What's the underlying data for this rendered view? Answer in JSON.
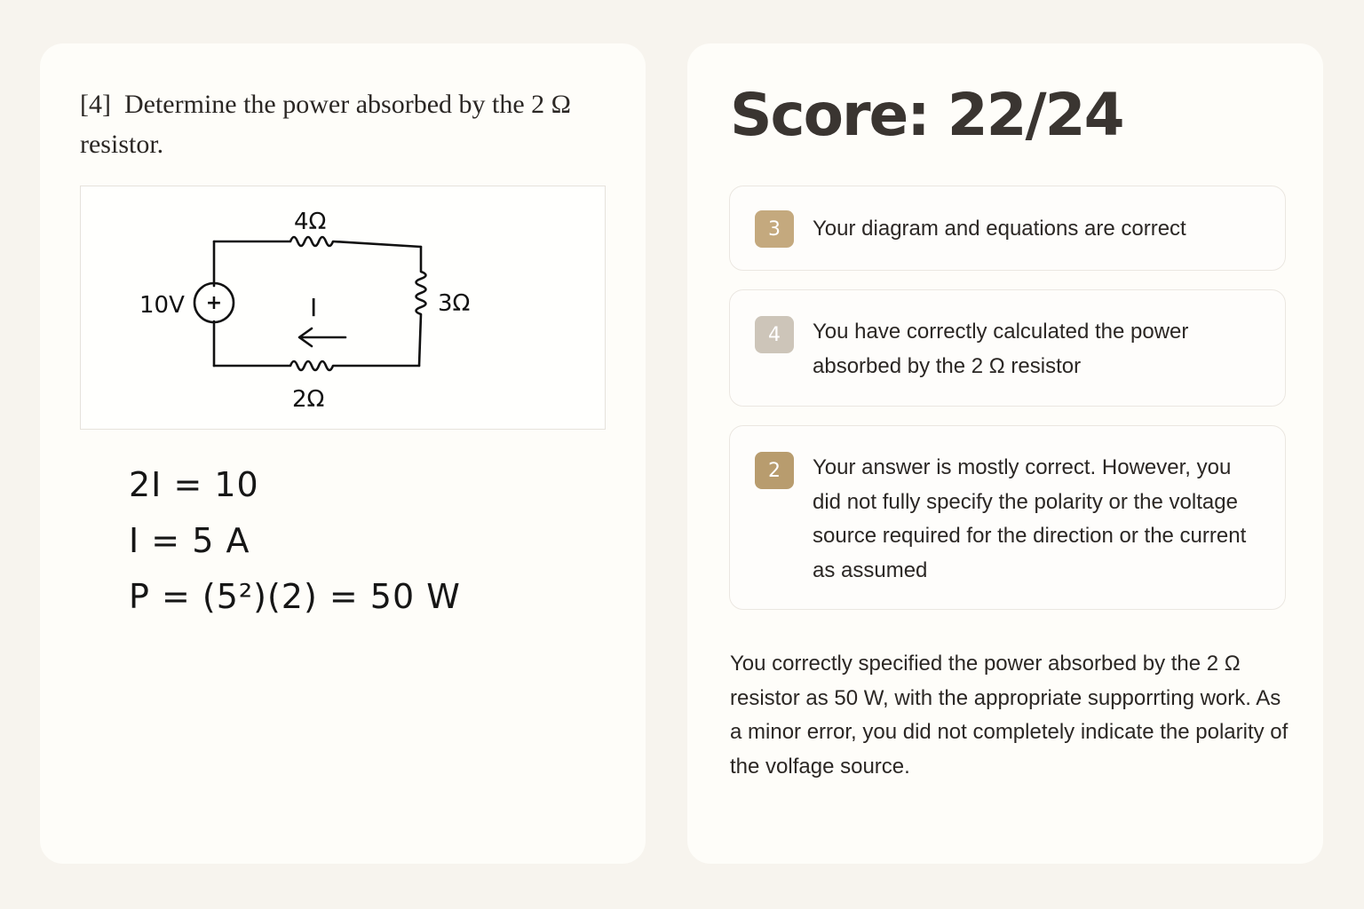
{
  "question": {
    "number": "[4]",
    "text": "Determine the power absorbed by the 2 Ω resistor."
  },
  "diagram": {
    "source_label": "10V",
    "source_sign": "+",
    "top_resistor": "4Ω",
    "right_resistor": "3Ω",
    "bottom_resistor": "2Ω",
    "current_label": "I"
  },
  "work": {
    "lines": [
      "2I = 10",
      "I = 5 A",
      "P = (5²)(2) = 50 W"
    ]
  },
  "score": {
    "label": "Score:",
    "value": "22/24"
  },
  "feedback": [
    {
      "points": "3",
      "color": "#c4a97e",
      "text": "Your diagram and equations are correct"
    },
    {
      "points": "4",
      "color": "#cdc5b9",
      "text": "You have correctly calculated the power absorbed by the 2 Ω resistor"
    },
    {
      "points": "2",
      "color": "#b89c6e",
      "text": "Your answer is mostly correct. However, you did not fully specify the polarity or the voltage source required for the direction or the current as assumed"
    }
  ],
  "summary": "You correctly specified the power absorbed by the 2 Ω resistor as 50 W, with the appropriate supporrting work. As a minor error, you did not completely indicate the polarity of the volfage source."
}
